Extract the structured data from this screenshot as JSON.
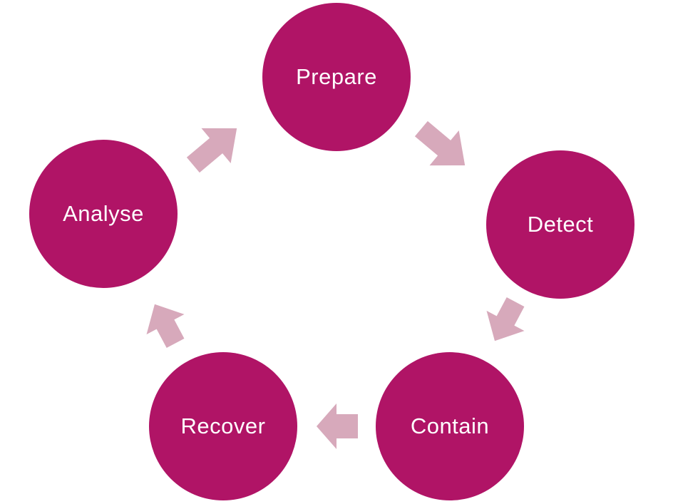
{
  "diagram": {
    "node_color": "#B01466",
    "arrow_color": "#D7A9BB",
    "text_color": "#FFFFFF",
    "nodes": [
      {
        "id": "prepare",
        "label": "Prepare"
      },
      {
        "id": "detect",
        "label": "Detect"
      },
      {
        "id": "contain",
        "label": "Contain"
      },
      {
        "id": "recover",
        "label": "Recover"
      },
      {
        "id": "analyse",
        "label": "Analyse"
      }
    ],
    "edges": [
      {
        "from": "prepare",
        "to": "detect"
      },
      {
        "from": "detect",
        "to": "contain"
      },
      {
        "from": "contain",
        "to": "recover"
      },
      {
        "from": "recover",
        "to": "analyse"
      },
      {
        "from": "analyse",
        "to": "prepare"
      }
    ]
  }
}
